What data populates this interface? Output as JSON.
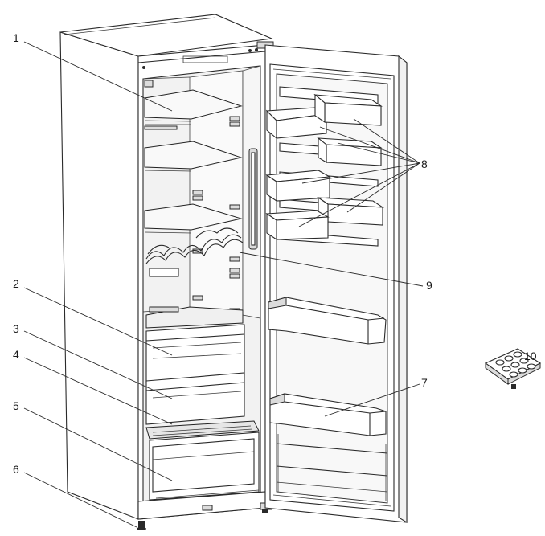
{
  "callouts": [
    {
      "id": "c1",
      "text": "1"
    },
    {
      "id": "c2",
      "text": "2"
    },
    {
      "id": "c3",
      "text": "3"
    },
    {
      "id": "c4",
      "text": "4"
    },
    {
      "id": "c5",
      "text": "5"
    },
    {
      "id": "c6",
      "text": "6"
    },
    {
      "id": "c7",
      "text": "7"
    },
    {
      "id": "c8",
      "text": "8"
    },
    {
      "id": "c9",
      "text": "9"
    },
    {
      "id": "c10",
      "text": "10"
    }
  ]
}
